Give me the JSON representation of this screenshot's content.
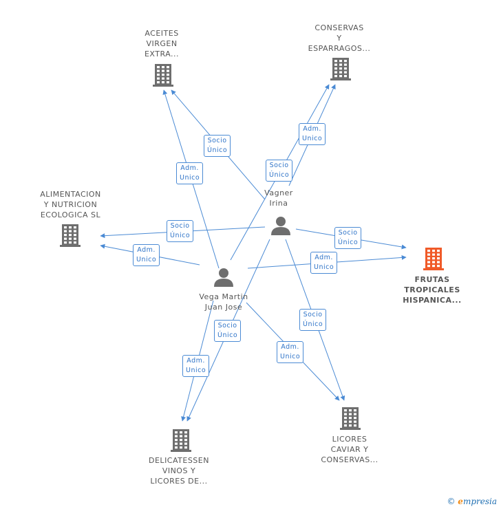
{
  "nodes": {
    "aceites": {
      "label": "ACEITES\nVIRGEN\nEXTRA...",
      "kind": "company"
    },
    "conservas": {
      "label": "CONSERVAS\nY\nESPARRAGOS...",
      "kind": "company"
    },
    "alimentacion": {
      "label": "ALIMENTACION\nY NUTRICION\nECOLOGICA SL",
      "kind": "company"
    },
    "frutas": {
      "label": "FRUTAS\nTROPICALES\nHISPANICA...",
      "kind": "company-focus"
    },
    "delicatessen": {
      "label": "DELICATESSEN\nVINOS Y\nLICORES DE...",
      "kind": "company"
    },
    "licores": {
      "label": "LICORES\nCAVIAR Y\nCONSERVAS...",
      "kind": "company"
    },
    "vagner": {
      "label": "Vagner\nIrina",
      "kind": "person"
    },
    "vega": {
      "label": "Vega Martin\nJuan Jose",
      "kind": "person"
    }
  },
  "edges": [
    {
      "label": "Socio\nÚnico"
    },
    {
      "label": "Adm.\nUnico"
    },
    {
      "label": "Adm.\nUnico"
    },
    {
      "label": "Socio\nÚnico"
    },
    {
      "label": "Socio\nÚnico"
    },
    {
      "label": "Adm.\nUnico"
    },
    {
      "label": "Socio\nÚnico"
    },
    {
      "label": "Adm.\nUnico"
    },
    {
      "label": "Socio\nÚnico"
    },
    {
      "label": "Adm.\nUnico"
    },
    {
      "label": "Socio\nÚnico"
    },
    {
      "label": "Adm.\nUnico"
    }
  ],
  "colors": {
    "edge": "#4a8ad4",
    "icon": "#6e6e6e",
    "focus": "#f05a28"
  },
  "footer": {
    "copyright": "©",
    "brand_e": "e",
    "brand_rest": "mpresia"
  }
}
